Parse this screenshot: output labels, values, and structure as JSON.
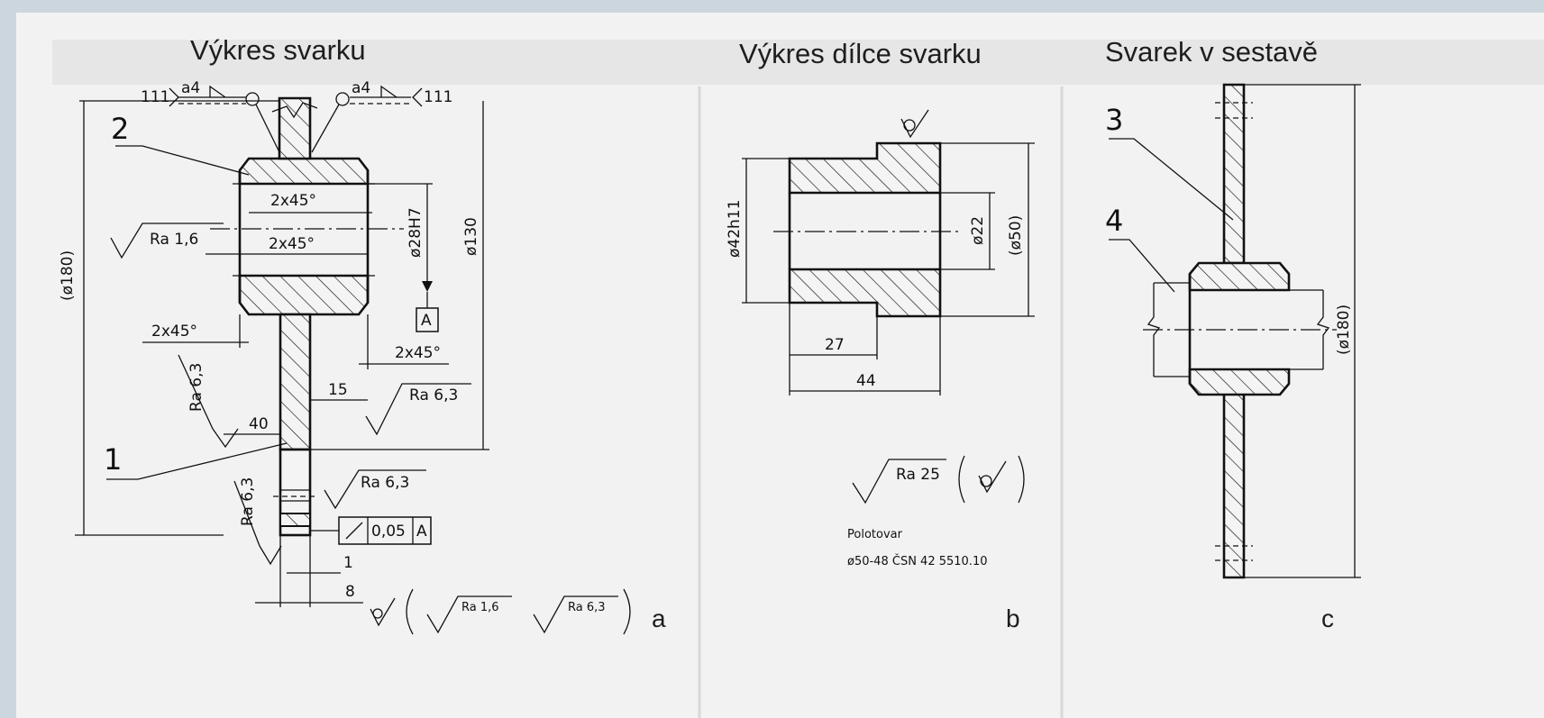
{
  "panels": [
    {
      "title": "Výkres svarku",
      "letter": "a"
    },
    {
      "title": "Výkres dílce svarku",
      "letter": "b"
    },
    {
      "title": "Svarek v sestavě",
      "letter": "c"
    }
  ],
  "panel_a": {
    "weld_left": {
      "process": "111",
      "size": "a4"
    },
    "weld_right": {
      "process": "111",
      "size": "a4"
    },
    "part_numbers": [
      "2",
      "1"
    ],
    "dims": {
      "d180": "(ø180)",
      "ch1": "2x45°",
      "ch2": "2x45°",
      "ch3": "2x45°",
      "ch4": "2x45°",
      "d28": "ø28H7",
      "d130": "ø130",
      "len15": "15",
      "len40": "40",
      "len1": "1",
      "len8": "8"
    },
    "datum": "A",
    "roughness": {
      "r1": "Ra 1,6",
      "r2": "Ra 6,3",
      "r3": "Ra 6,3",
      "r4": "Ra 6,3",
      "r5": "Ra 6,3"
    },
    "tolerance": {
      "value": "0,05",
      "datum": "A"
    },
    "general_roughness": {
      "a": "Ra 1,6",
      "b": "Ra 6,3"
    }
  },
  "panel_b": {
    "dims": {
      "d42": "ø42h11",
      "d22": "ø22",
      "d50": "(ø50)",
      "len27": "27",
      "len44": "44"
    },
    "roughness": "Ra 25",
    "note_title": "Polotovar",
    "note_spec": "ø50-48 ČSN 42 5510.10"
  },
  "panel_c": {
    "part_numbers": [
      "3",
      "4"
    ],
    "dims": {
      "d180": "(ø180)"
    }
  }
}
